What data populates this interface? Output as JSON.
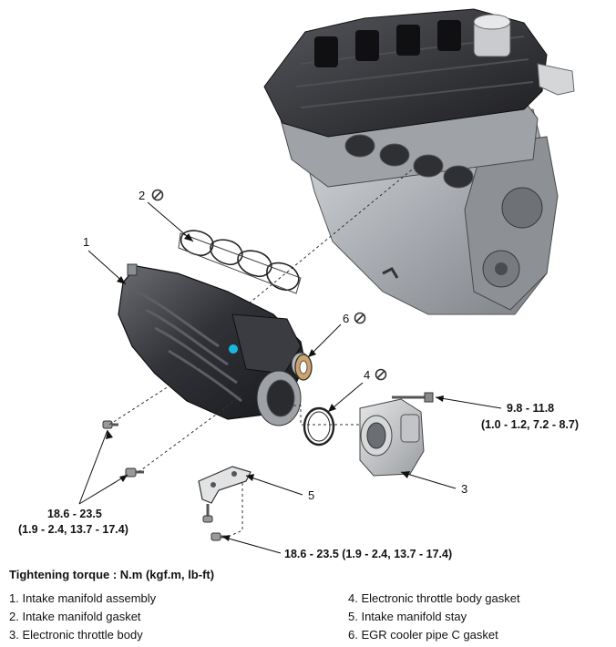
{
  "callouts": {
    "c1": "1",
    "c2": "2",
    "c3": "3",
    "c4": "4",
    "c5": "5",
    "c6": "6"
  },
  "torque_specs": {
    "throttle_bolt_line1": "9.8 - 11.8",
    "throttle_bolt_line2": "(1.0 - 1.2, 7.2 - 8.7)",
    "manifold_bolt_line1": "18.6 - 23.5",
    "manifold_bolt_line2": "(1.9 - 2.4, 13.7 - 17.4)",
    "stay_bolt": "18.6 - 23.5 (1.9 - 2.4, 13.7 - 17.4)"
  },
  "tightening_title": "Tightening torque : N.m (kgf.m, lb-ft)",
  "legend": {
    "left": [
      "1. Intake manifold assembly",
      "2. Intake manifold gasket",
      "3. Electronic throttle body"
    ],
    "right": [
      "4. Electronic throttle body gasket",
      "5. Intake manifold stay",
      "6. EGR cooler pipe C gasket"
    ]
  },
  "colors": {
    "marker": "#1ab6e0",
    "engine_dark": "#2b2b2e",
    "engine_metal": "#b9bcc0"
  }
}
